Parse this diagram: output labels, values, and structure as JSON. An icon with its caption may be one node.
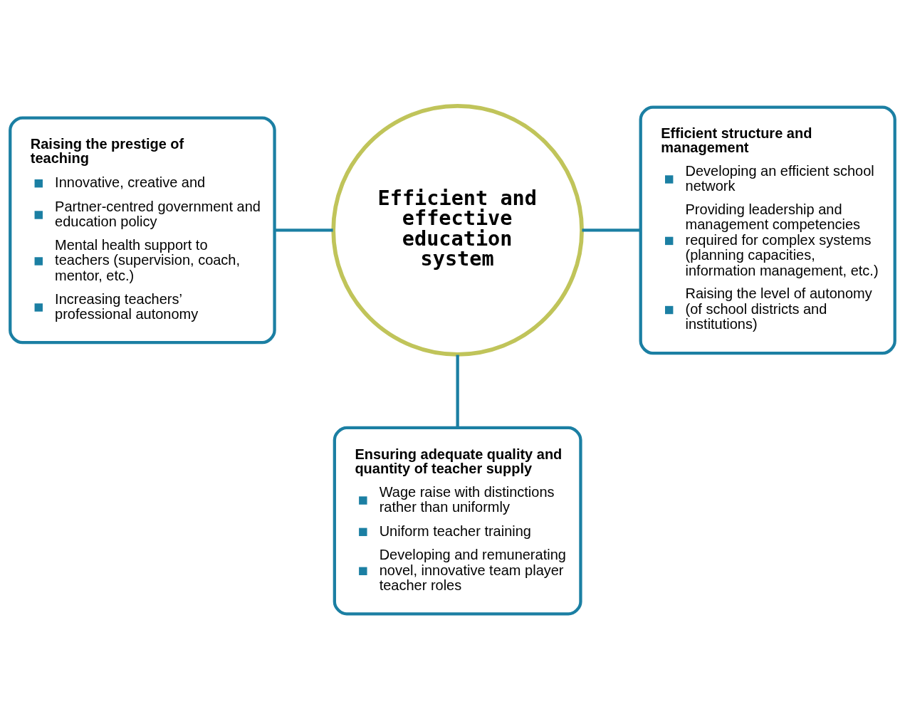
{
  "diagram": {
    "nodes": [
      {
        "text": [
          "Raising the prestige of teaching",
          "Innovative, creative and",
          "Partner-centred government and education policy",
          "Mental health support to teachers (supervision, coach, mentor, etc.)",
          "Increasing teachers’ professional autonomy"
        ]
      },
      {
        "text": [
          "Efficient and effective education system"
        ]
      },
      {
        "text": [
          "Efficient structure and management",
          "Developing an efficient school network",
          "Providing leadership and management competencies required for complex systems (planning capacities, information management, etc.)",
          "Raising the level of autonomy (of school districts and institutions)"
        ]
      },
      {
        "text": [
          "Ensuring adequate quality and quantity of teacher supply",
          "Wage raise with distinctions rather than uniformly",
          "Uniform teacher training",
          "Developing and remunerating novel, innovative team player teacher roles"
        ]
      }
    ],
    "edges": [
      {
        "from": 0,
        "to": 1,
        "arrow": "none"
      },
      {
        "from": 1,
        "to": 2,
        "arrow": "none"
      },
      {
        "from": 1,
        "to": 3,
        "arrow": "none"
      }
    ]
  }
}
